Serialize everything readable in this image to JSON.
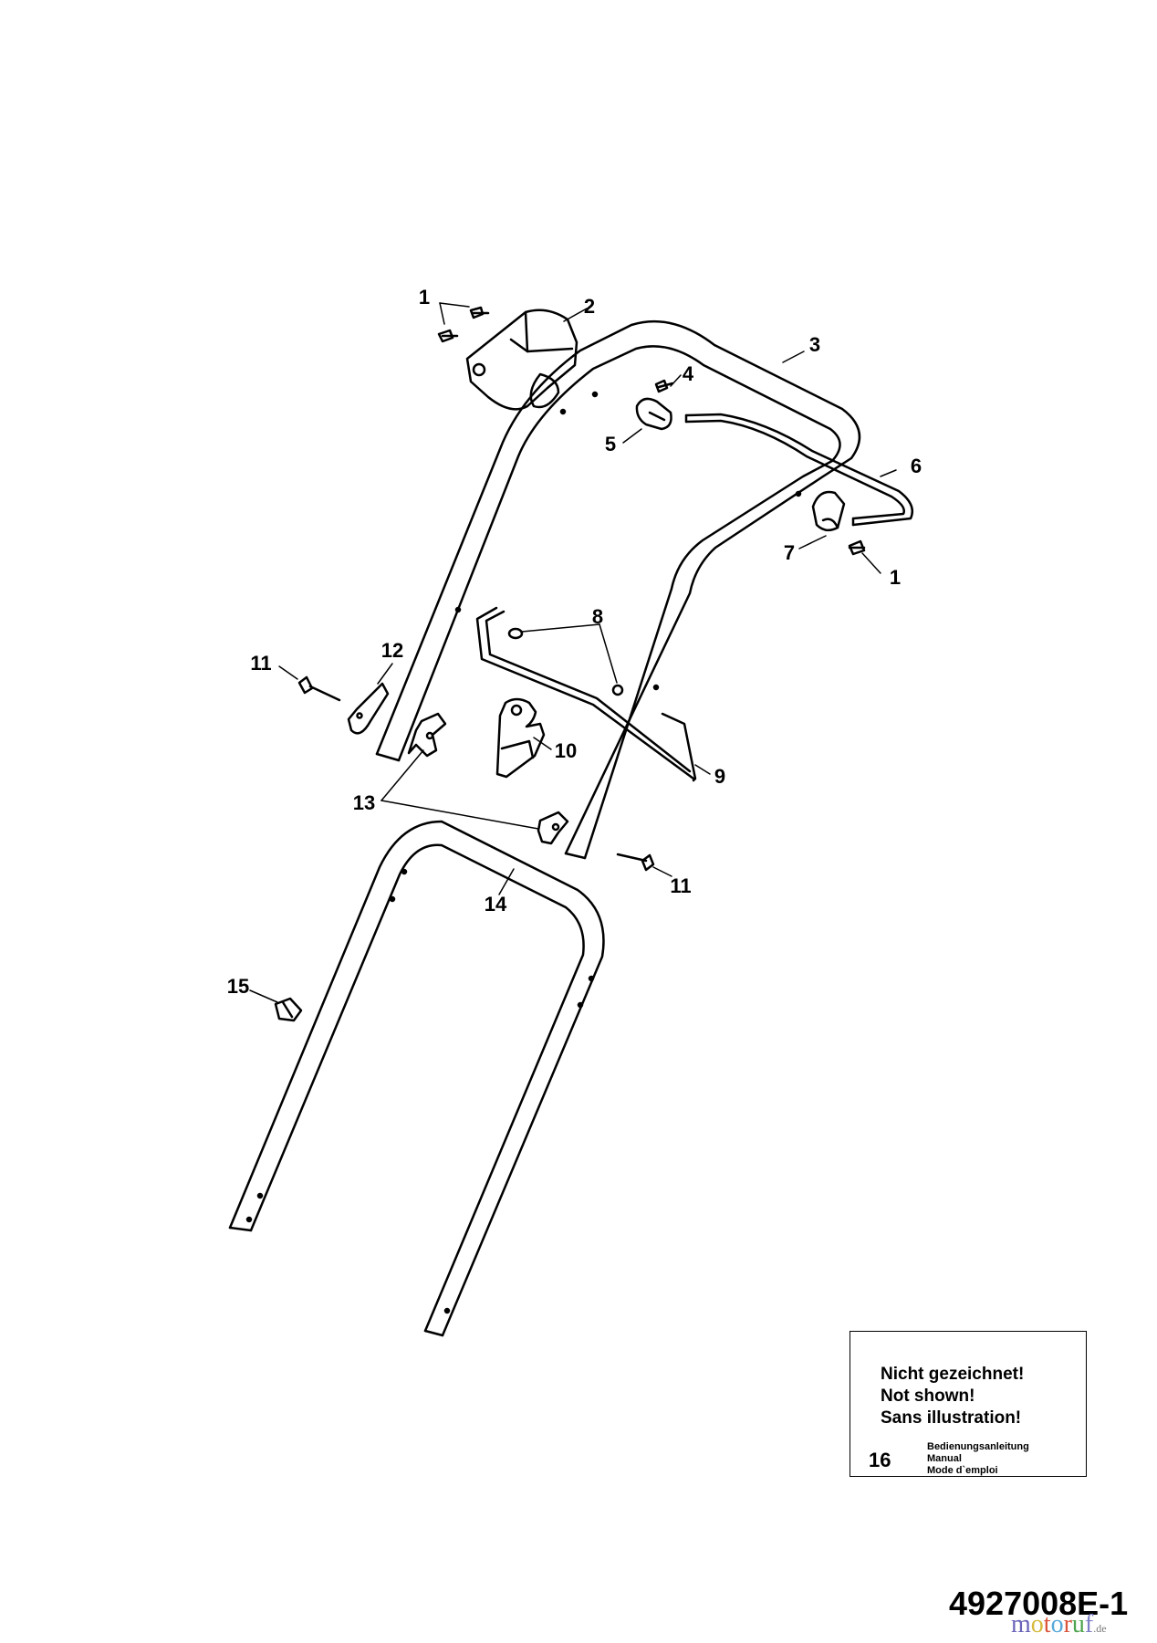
{
  "diagram": {
    "callouts": [
      "1",
      "2",
      "3",
      "4",
      "5",
      "6",
      "7",
      "1",
      "8",
      "11",
      "12",
      "10",
      "9",
      "13",
      "11",
      "14",
      "15"
    ]
  },
  "note": {
    "line1": "Nicht gezeichnet!",
    "line2": "Not shown!",
    "line3": "Sans illustration!",
    "item_number": "16",
    "item_de": "Bedienungsanleitung",
    "item_en": "Manual",
    "item_fr": "Mode d`emploi"
  },
  "drawing_number": "4927008E-1",
  "watermark": {
    "letters": [
      "m",
      "o",
      "t",
      "o",
      "r",
      "u",
      "f"
    ],
    "colors": [
      "#6a64b8",
      "#d6b93b",
      "#d9553b",
      "#55a8d8",
      "#d9553b",
      "#4ea44e",
      "#7d7fc6"
    ],
    "suffix": ".de"
  }
}
